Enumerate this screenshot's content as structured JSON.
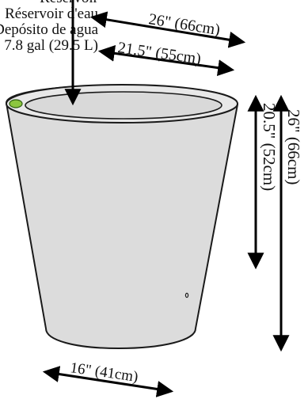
{
  "reservoir": {
    "lines": [
      "Reservoir",
      "Réservoir d'eau",
      "Depósito de agua",
      "7.8 gal (29.5 L)"
    ]
  },
  "dimensions": {
    "top_outer_diameter": "26\" (66cm)",
    "top_inner_diameter": "21.5\" (55cm)",
    "inner_depth": "20.5\" (52cm)",
    "total_height": "26\" (66cm)",
    "base_diameter": "16\" (41cm)"
  },
  "colors": {
    "pot_body": "#dcdcdc",
    "pot_outline": "#1a1a1a",
    "rim_fill": "#e6e6e6",
    "reservoir_indicator": "#8cc63f",
    "arrow": "#000000",
    "text": "#111111"
  }
}
